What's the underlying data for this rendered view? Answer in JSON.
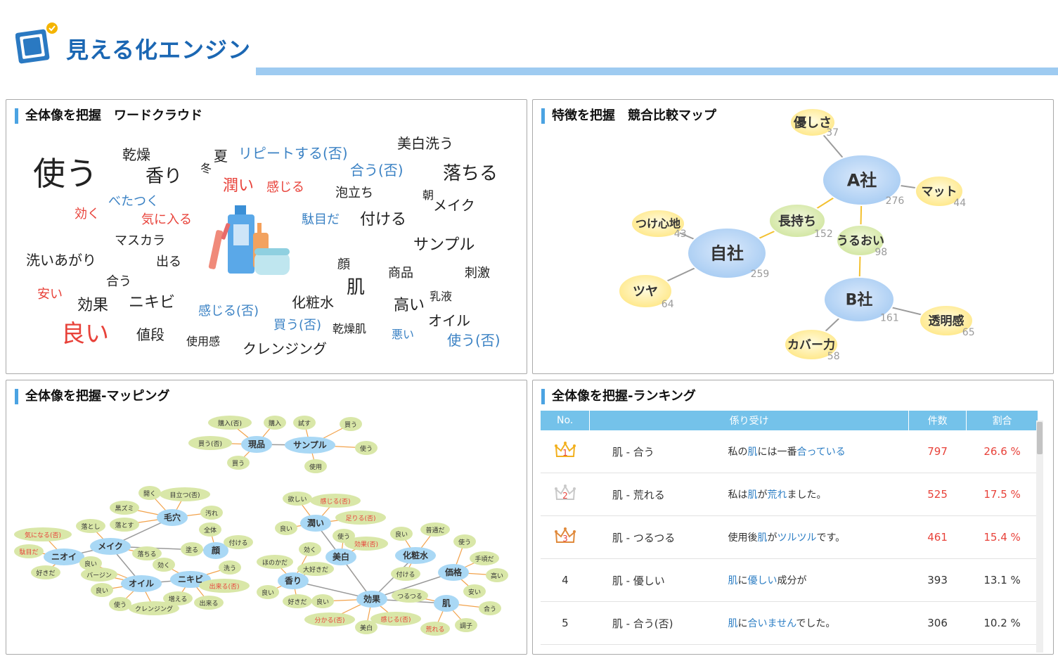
{
  "header": {
    "logo_text": "見える化エンジン"
  },
  "panels": {
    "wordcloud": {
      "title": "全体像を把握　ワードクラウド"
    },
    "compare": {
      "title": "特徴を把握　競合比較マップ"
    },
    "mapping": {
      "title": "全体像を把握-マッピング"
    },
    "ranking": {
      "title": "全体像を把握-ランキング"
    }
  },
  "colors": {
    "accent": "#4ba3e2",
    "header_bar": "#9ecbf1",
    "table_header": "#74c2ea",
    "red": "#e8423a",
    "blue": "#3b82c4",
    "bubble_blue": "#b8d7f3",
    "bubble_yellow": "#fff3a0",
    "bubble_green": "#d8e7a6"
  },
  "wordcloud": {
    "words": [
      {
        "text": "使う",
        "color": "black"
      },
      {
        "text": "乾燥",
        "color": "black"
      },
      {
        "text": "夏",
        "color": "black"
      },
      {
        "text": "リピートする(否)",
        "color": "blue"
      },
      {
        "text": "美白洗う",
        "color": "black"
      },
      {
        "text": "香り",
        "color": "black"
      },
      {
        "text": "冬",
        "color": "black"
      },
      {
        "text": "合う(否)",
        "color": "blue"
      },
      {
        "text": "落ちる",
        "color": "black"
      },
      {
        "text": "潤い",
        "color": "red"
      },
      {
        "text": "感じる",
        "color": "red"
      },
      {
        "text": "泡立ち",
        "color": "black"
      },
      {
        "text": "朝",
        "color": "black"
      },
      {
        "text": "メイク",
        "color": "black"
      },
      {
        "text": "べたつく",
        "color": "blue"
      },
      {
        "text": "効く",
        "color": "red"
      },
      {
        "text": "気に入る",
        "color": "red"
      },
      {
        "text": "駄目だ",
        "color": "blue"
      },
      {
        "text": "付ける",
        "color": "black"
      },
      {
        "text": "マスカラ",
        "color": "black"
      },
      {
        "text": "サンプル",
        "color": "black"
      },
      {
        "text": "洗いあがり",
        "color": "black"
      },
      {
        "text": "出る",
        "color": "black"
      },
      {
        "text": "顔",
        "color": "black"
      },
      {
        "text": "商品",
        "color": "black"
      },
      {
        "text": "刺激",
        "color": "black"
      },
      {
        "text": "合う",
        "color": "black"
      },
      {
        "text": "肌",
        "color": "black"
      },
      {
        "text": "安い",
        "color": "red"
      },
      {
        "text": "効果",
        "color": "black"
      },
      {
        "text": "ニキビ",
        "color": "black"
      },
      {
        "text": "感じる(否)",
        "color": "blue"
      },
      {
        "text": "化粧水",
        "color": "black"
      },
      {
        "text": "高い",
        "color": "black"
      },
      {
        "text": "乳液",
        "color": "black"
      },
      {
        "text": "良い",
        "color": "red"
      },
      {
        "text": "値段",
        "color": "black"
      },
      {
        "text": "買う(否)",
        "color": "blue"
      },
      {
        "text": "乾燥肌",
        "color": "black"
      },
      {
        "text": "オイル",
        "color": "black"
      },
      {
        "text": "悪い",
        "color": "blue"
      },
      {
        "text": "使う(否)",
        "color": "blue"
      },
      {
        "text": "使用感",
        "color": "black"
      },
      {
        "text": "クレンジング",
        "color": "black"
      }
    ]
  },
  "compare_map": {
    "nodes": [
      {
        "label": "A社",
        "count": "276",
        "kind": "company"
      },
      {
        "label": "自社",
        "count": "259",
        "kind": "company"
      },
      {
        "label": "B社",
        "count": "161",
        "kind": "company"
      },
      {
        "label": "長持ち",
        "count": "152",
        "kind": "shared"
      },
      {
        "label": "うるおい",
        "count": "98",
        "kind": "shared"
      },
      {
        "label": "優しさ",
        "count": "37",
        "kind": "feature"
      },
      {
        "label": "マット",
        "count": "44",
        "kind": "feature"
      },
      {
        "label": "つけ心地",
        "count": "43",
        "kind": "feature"
      },
      {
        "label": "ツヤ",
        "count": "64",
        "kind": "feature"
      },
      {
        "label": "透明感",
        "count": "65",
        "kind": "feature"
      },
      {
        "label": "カバー力",
        "count": "58",
        "kind": "feature"
      }
    ]
  },
  "mapping": {
    "nodes": [
      "現品",
      "サンプル",
      "購入(否)",
      "購入",
      "試す",
      "買う",
      "買う(否)",
      "買う",
      "使用",
      "使う",
      "毛穴",
      "開く",
      "目立つ(否)",
      "黒ズミ",
      "落とす",
      "汚れ",
      "メイク",
      "落とし",
      "落ちる",
      "全体",
      "顔",
      "付ける",
      "塗る",
      "ニオイ",
      "気になる(否)",
      "駄目だ",
      "好きだ",
      "良い",
      "バージン",
      "オイル",
      "良い",
      "使う",
      "クレンジング",
      "効く",
      "ニキビ",
      "増える",
      "出来る",
      "出来る(否)",
      "洗う",
      "潤い",
      "欲しい",
      "感じる(否)",
      "足りる(否)",
      "良い",
      "使う",
      "効果(否)",
      "美白",
      "効果",
      "化粧水",
      "良い",
      "普通だ",
      "使う",
      "手頃だ",
      "価格",
      "高い",
      "安い",
      "付ける",
      "つるつる",
      "肌",
      "合う",
      "調子",
      "荒れる",
      "香り",
      "ほのかだ",
      "大好きだ",
      "効く",
      "良い",
      "好きだ",
      "良い",
      "分かる(否)",
      "美白",
      "感じる(否)"
    ]
  },
  "ranking": {
    "headers": [
      "No.",
      "係り受け",
      "件数",
      "割合"
    ],
    "rows": [
      {
        "no": "1",
        "pair": "肌 - 合う",
        "ex": [
          "私の",
          "肌",
          "には一番",
          "合っている",
          ""
        ],
        "count": "797",
        "pct": "26.6 %"
      },
      {
        "no": "2",
        "pair": "肌 - 荒れる",
        "ex": [
          "私は",
          "肌",
          "が",
          "荒れ",
          "ました。"
        ],
        "count": "525",
        "pct": "17.5 %"
      },
      {
        "no": "3",
        "pair": "肌 - つるつる",
        "ex": [
          "使用後",
          "肌",
          "が",
          "ツルツル",
          "です。"
        ],
        "count": "461",
        "pct": "15.4 %"
      },
      {
        "no": "4",
        "pair": "肌 - 優しい",
        "ex": [
          "",
          "肌",
          "に",
          "優しい",
          "成分が"
        ],
        "count": "393",
        "pct": "13.1 %"
      },
      {
        "no": "5",
        "pair": "肌 - 合う(否)",
        "ex": [
          "",
          "肌",
          "に",
          "合いません",
          "でした。"
        ],
        "count": "306",
        "pct": "10.2 %"
      }
    ]
  }
}
